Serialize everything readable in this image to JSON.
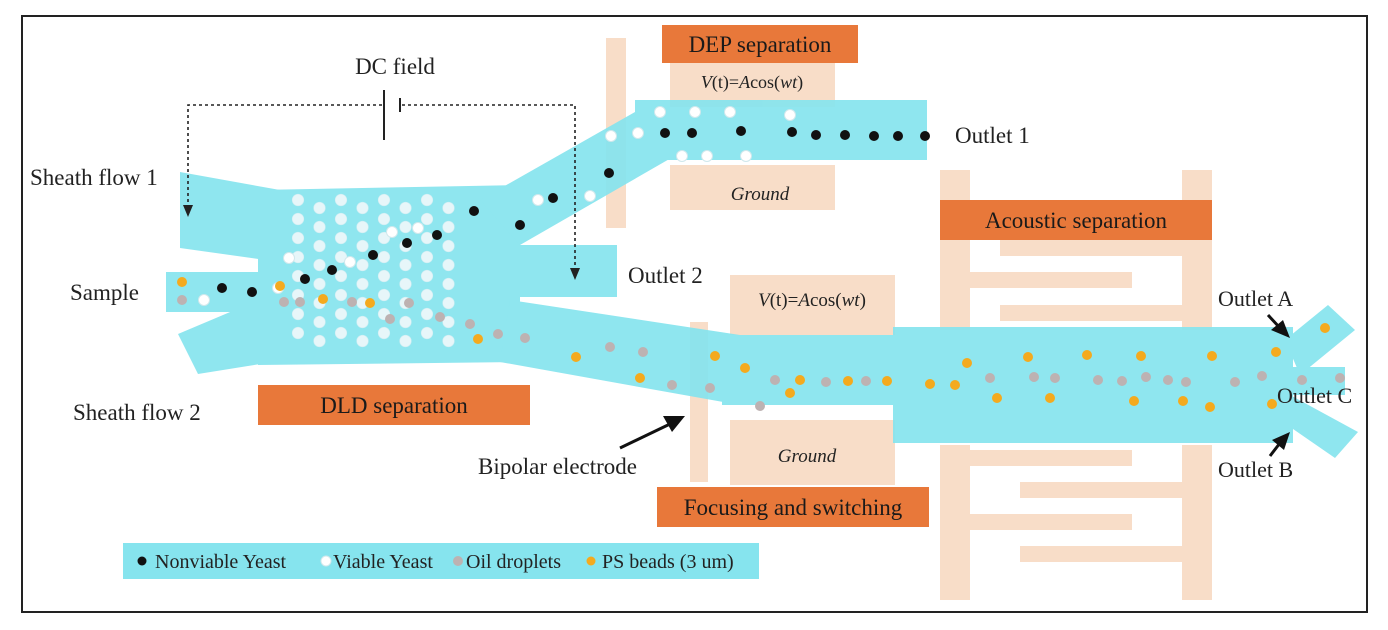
{
  "labels": {
    "dc_field": "DC field",
    "sheath_flow_1": "Sheath flow 1",
    "sheath_flow_2": "Sheath flow 2",
    "sample": "Sample",
    "outlet_1": "Outlet 1",
    "outlet_2": "Outlet 2",
    "outlet_a": "Outlet A",
    "outlet_b": "Outlet B",
    "outlet_c": "Outlet C",
    "bipolar_electrode": "Bipolar electrode",
    "ground_top": "Ground",
    "ground_bottom": "Ground"
  },
  "voltage": {
    "top": {
      "v": "V",
      "t": "(t)=",
      "a": "A",
      "cos": "cos(",
      "wt": "wt",
      "close": ")"
    },
    "bottom": {
      "v": "V",
      "t": "(t)=",
      "a": "A",
      "cos": "cos(",
      "wt": "wt",
      "close": ")"
    }
  },
  "boxes": {
    "dep_separation": "DEP separation",
    "acoustic_separation": "Acoustic separation",
    "dld_separation": "DLD separation",
    "focusing_switching": "Focusing and switching"
  },
  "legend": [
    {
      "type": "nonviable",
      "label": "Nonviable Yeast"
    },
    {
      "type": "viable",
      "label": "Viable Yeast"
    },
    {
      "type": "oil",
      "label": "Oil droplets"
    },
    {
      "type": "ps",
      "label": "PS beads (3 um)"
    }
  ],
  "colors": {
    "channel": "#86e4ee",
    "channel_edge": "#9de9f1",
    "box_fill": "#e8783a",
    "electrode": "#f8ddc8",
    "nonviable": "#111111",
    "viable": "#ffffff",
    "oil": "#bdb2b2",
    "ps": "#f4aa1e",
    "pillar": "#e7f6f9"
  }
}
